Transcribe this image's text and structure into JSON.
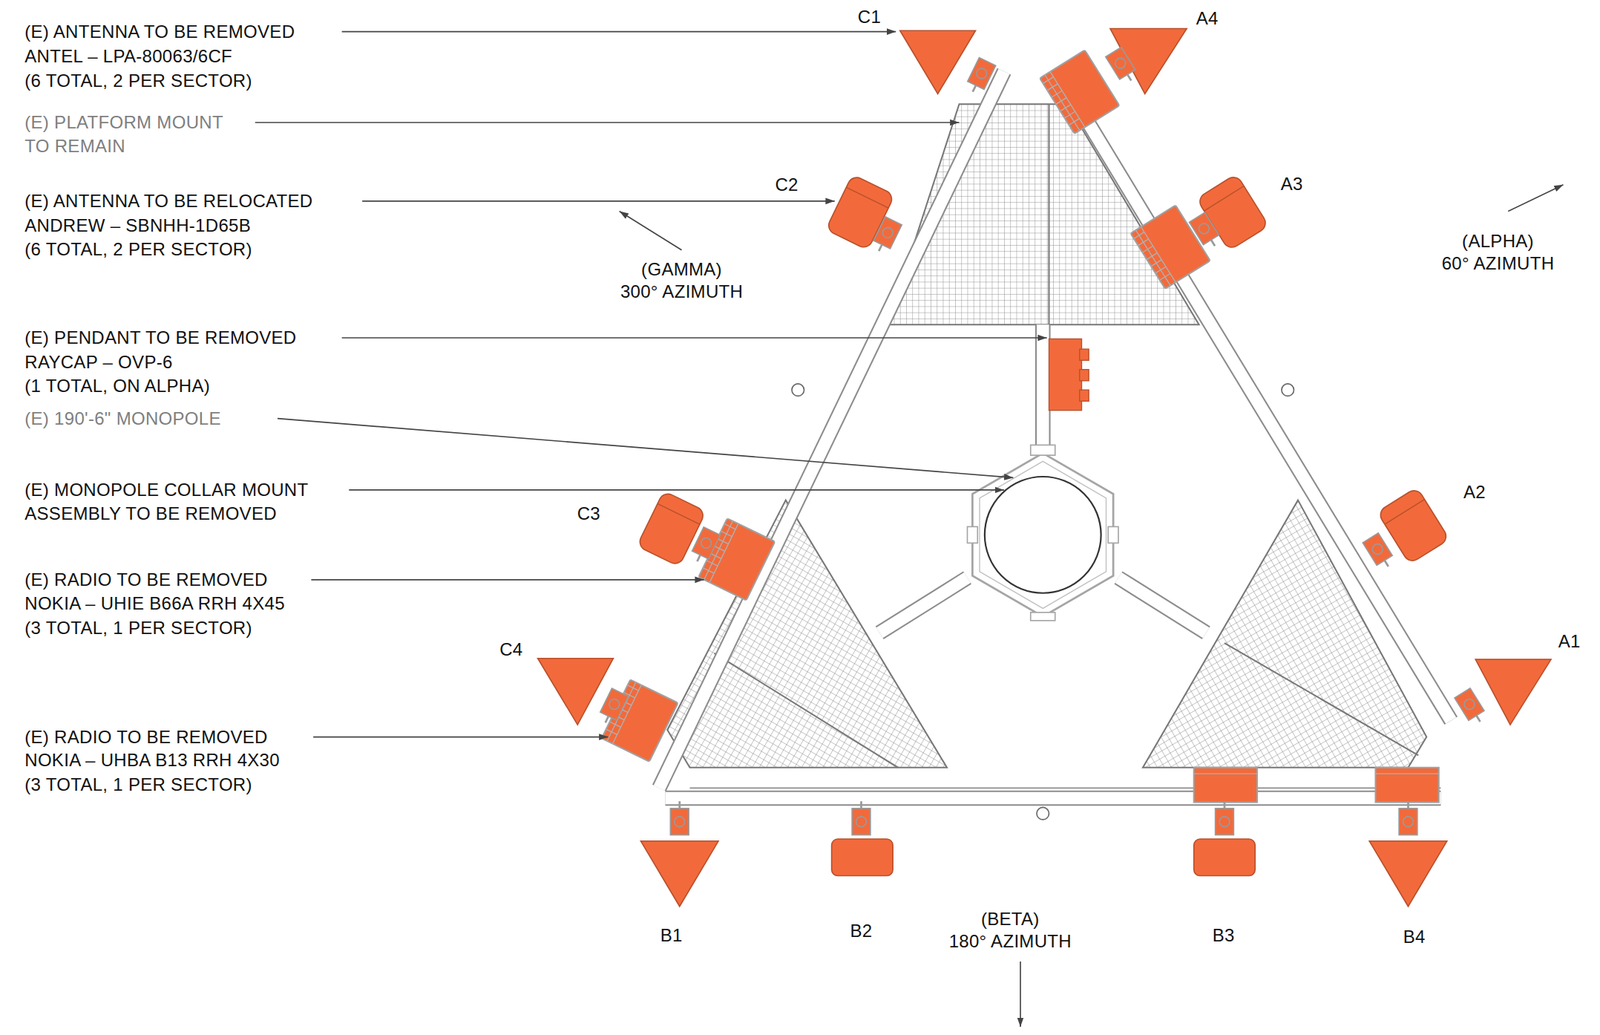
{
  "diagram": {
    "labels": [
      "(E) ANTENNA TO BE REMOVED",
      "ANTEL – LPA-80063/6CF",
      "(6 TOTAL, 2 PER SECTOR)",
      "(E) PLATFORM MOUNT",
      "TO REMAIN",
      "(E) ANTENNA TO BE RELOCATED",
      "ANDREW – SBNHH-1D65B",
      "(6 TOTAL, 2 PER SECTOR)",
      "(E) PENDANT TO BE REMOVED",
      "RAYCAP – OVP-6",
      "(1 TOTAL, ON ALPHA)",
      "(E) 190'-6\" MONOPOLE",
      "(E) MONOPOLE COLLAR MOUNT",
      "ASSEMBLY TO BE REMOVED",
      "(E) RADIO TO BE REMOVED",
      "NOKIA – UHIE B66A RRH 4X45",
      "(3 TOTAL, 1 PER SECTOR)",
      "(E) RADIO TO BE REMOVED",
      "NOKIA – UHBA B13 RRH 4X30",
      "(3 TOTAL, 1 PER SECTOR)",
      "C1",
      "A4",
      "C2",
      "A3",
      "(GAMMA)",
      "300° AZIMUTH",
      "(ALPHA)",
      "60° AZIMUTH",
      "A2",
      "C3",
      "A1",
      "C4",
      "B1",
      "B2",
      "B3",
      "B4",
      "(BETA)",
      "180° AZIMUTH"
    ]
  }
}
